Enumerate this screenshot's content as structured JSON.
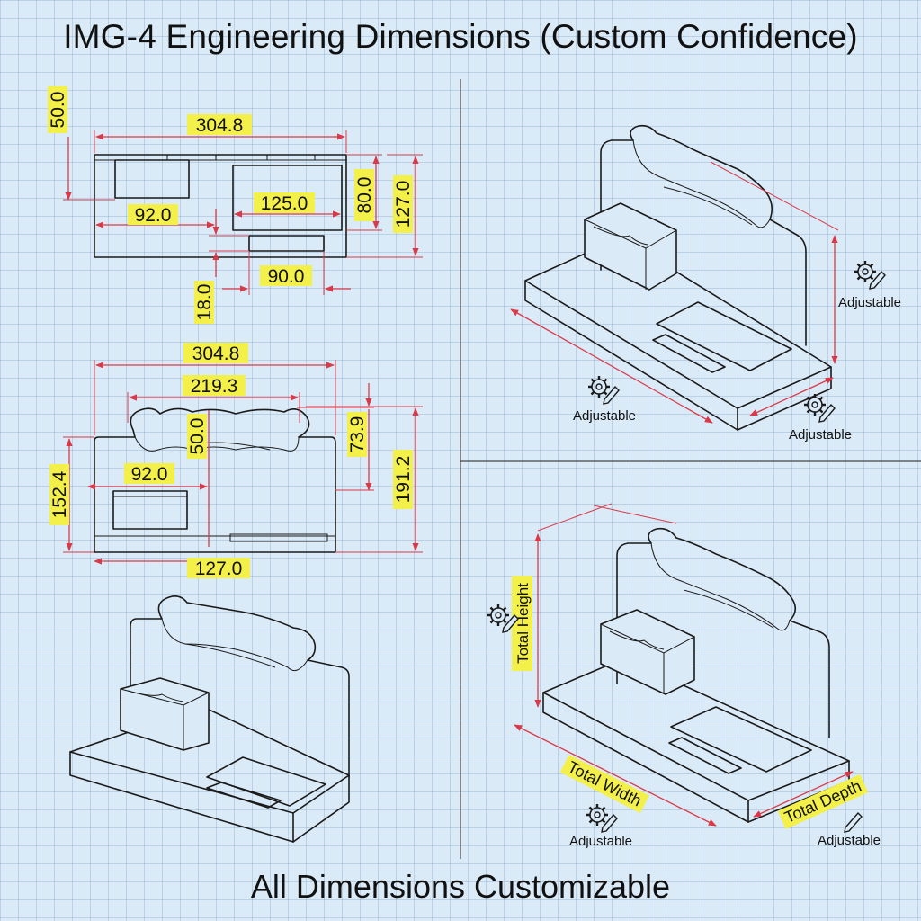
{
  "title": "IMG-4 Engineering Dimensions (Custom Confidence)",
  "footer": "All Dimensions Customizable",
  "top_view": {
    "dim_overall_width": "304.8",
    "dim_left_offset": "50.0",
    "dim_tray_width": "92.0",
    "dim_slot_width": "125.0",
    "dim_slot_depth": "80.0",
    "dim_total_depth": "127.0",
    "dim_small_slot": "90.0",
    "dim_small_slot_depth": "18.0"
  },
  "front_view": {
    "dim_overall_width": "304.8",
    "dim_head_width": "219.3",
    "dim_head_center": "50.0",
    "dim_head_height": "73.9",
    "dim_tray_width": "92.0",
    "dim_back_height": "152.4",
    "dim_total_height": "191.2",
    "dim_tray_offset": "127.0"
  },
  "iso_view_1": {
    "label_depth": "Adjustable",
    "label_height": "Adjustable",
    "label_width": "Adjustable"
  },
  "iso_view_2": {
    "label_total_height": "Total Height",
    "label_total_width": "Total Width",
    "label_total_depth": "Total Depth",
    "label_width_adjust": "Adjustable",
    "label_depth_adjust": "Adjustable"
  },
  "icons": [
    "gear-pencil-icon",
    "pencil-icon"
  ],
  "colors": {
    "dimension_line": "#d93a4a",
    "highlight": "#f4f04a",
    "background": "#dbeaf7"
  }
}
